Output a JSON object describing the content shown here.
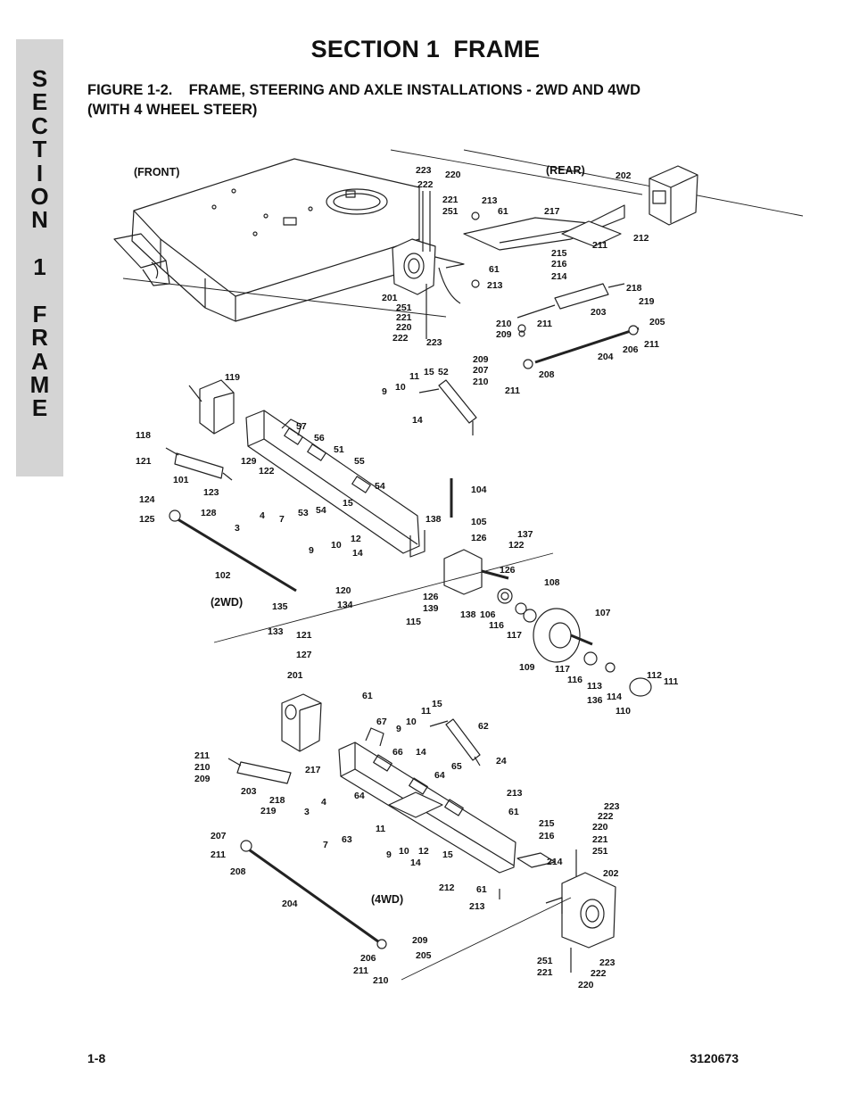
{
  "side_tab": {
    "letters": [
      "S",
      "E",
      "C",
      "T",
      "I",
      "O",
      "N",
      "",
      "1",
      "",
      "F",
      "R",
      "A",
      "M",
      "E"
    ]
  },
  "header": {
    "section_title": "SECTION 1  FRAME",
    "figure_caption_line1": "FIGURE 1-2.    FRAME, STEERING AND AXLE INSTALLATIONS - 2WD AND 4WD",
    "figure_caption_line2": "(WITH 4 WHEEL STEER)"
  },
  "diagram": {
    "views": {
      "front": "(FRONT)",
      "rear": "(REAR)",
      "two_wd": "(2WD)",
      "four_wd": "(4WD)"
    },
    "callouts": [
      "223",
      "222",
      "220",
      "221",
      "251",
      "202",
      "213",
      "61",
      "217",
      "212",
      "211",
      "215",
      "216",
      "214",
      "61",
      "213",
      "201",
      "251",
      "221",
      "220",
      "222",
      "223",
      "218",
      "219",
      "203",
      "210",
      "209",
      "211",
      "205",
      "211",
      "206",
      "204",
      "209",
      "207",
      "210",
      "211",
      "208",
      "119",
      "11",
      "15",
      "52",
      "9",
      "10",
      "14",
      "118",
      "57",
      "56",
      "51",
      "121",
      "129",
      "55",
      "122",
      "101",
      "54",
      "123",
      "104",
      "124",
      "125",
      "128",
      "53",
      "54",
      "4",
      "7",
      "3",
      "15",
      "138",
      "105",
      "137",
      "122",
      "126",
      "9",
      "10",
      "12",
      "14",
      "126",
      "102",
      "108",
      "120",
      "126",
      "139",
      "138",
      "135",
      "134",
      "106",
      "115",
      "116",
      "117",
      "107",
      "133",
      "121",
      "127",
      "109",
      "117",
      "116",
      "113",
      "114",
      "136",
      "112",
      "111",
      "110",
      "201",
      "61",
      "15",
      "11",
      "9",
      "10",
      "67",
      "66",
      "14",
      "62",
      "24",
      "211",
      "210",
      "209",
      "217",
      "203",
      "65",
      "64",
      "218",
      "219",
      "64",
      "4",
      "3",
      "7",
      "63",
      "11",
      "9",
      "10",
      "12",
      "14",
      "15",
      "213",
      "61",
      "215",
      "216",
      "214",
      "223",
      "222",
      "220",
      "221",
      "251",
      "207",
      "211",
      "208",
      "202",
      "212",
      "61",
      "213",
      "204",
      "209",
      "206",
      "205",
      "211",
      "210",
      "251",
      "221",
      "223",
      "222",
      "220"
    ]
  },
  "footer": {
    "page_number": "1-8",
    "doc_number": "3120673"
  }
}
